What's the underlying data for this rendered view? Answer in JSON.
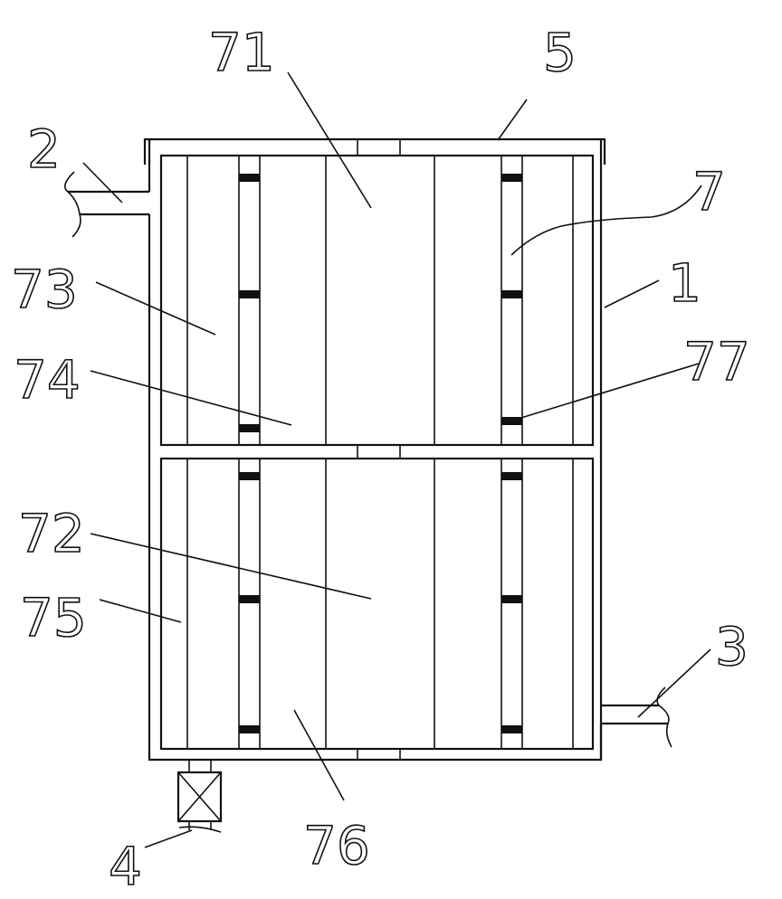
{
  "figure": {
    "labels": {
      "l71": "71",
      "l5": "5",
      "l2": "2",
      "l7": "7",
      "l1": "1",
      "l73": "73",
      "l74": "74",
      "l77": "77",
      "l72": "72",
      "l75": "75",
      "l3": "3",
      "l76": "76",
      "l4": "4"
    }
  }
}
